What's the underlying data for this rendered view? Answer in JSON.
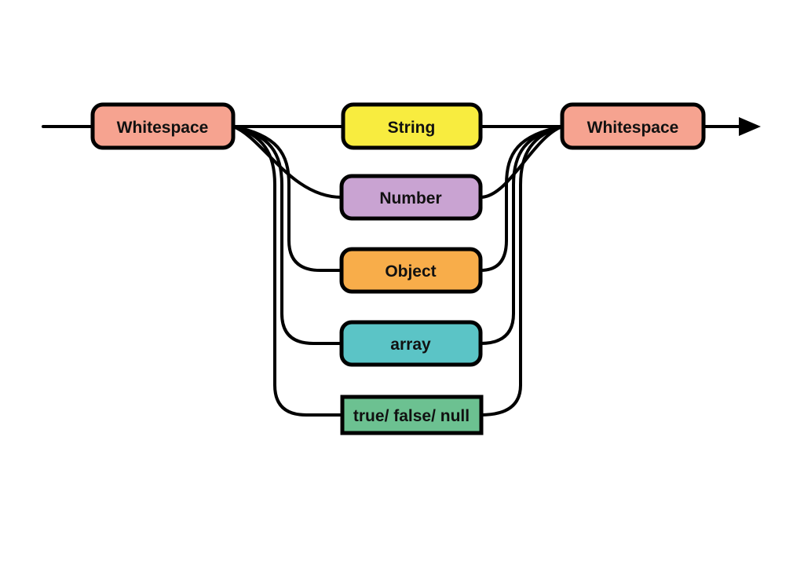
{
  "diagram": {
    "type": "railroad-syntax-diagram",
    "subject": "JSON value grammar",
    "background": "#ffffff",
    "stroke_color": "#000000",
    "nodes": {
      "whitespace_left": {
        "label": "Whitespace",
        "color": "#F6A390"
      },
      "string": {
        "label": "String",
        "color": "#F8EC3F"
      },
      "number": {
        "label": "Number",
        "color": "#C9A3D2"
      },
      "object": {
        "label": "Object",
        "color": "#F8AD4A"
      },
      "array": {
        "label": "array",
        "color": "#5BC4C6"
      },
      "true_false_null": {
        "label": "true/ false/ null",
        "color": "#6CC191"
      },
      "whitespace_right": {
        "label": "Whitespace",
        "color": "#F6A390"
      }
    },
    "flow": {
      "entry": "Whitespace",
      "alternatives": [
        "String",
        "Number",
        "Object",
        "array",
        "true/ false/ null"
      ],
      "exit": "Whitespace",
      "direction": "left-to-right"
    }
  }
}
